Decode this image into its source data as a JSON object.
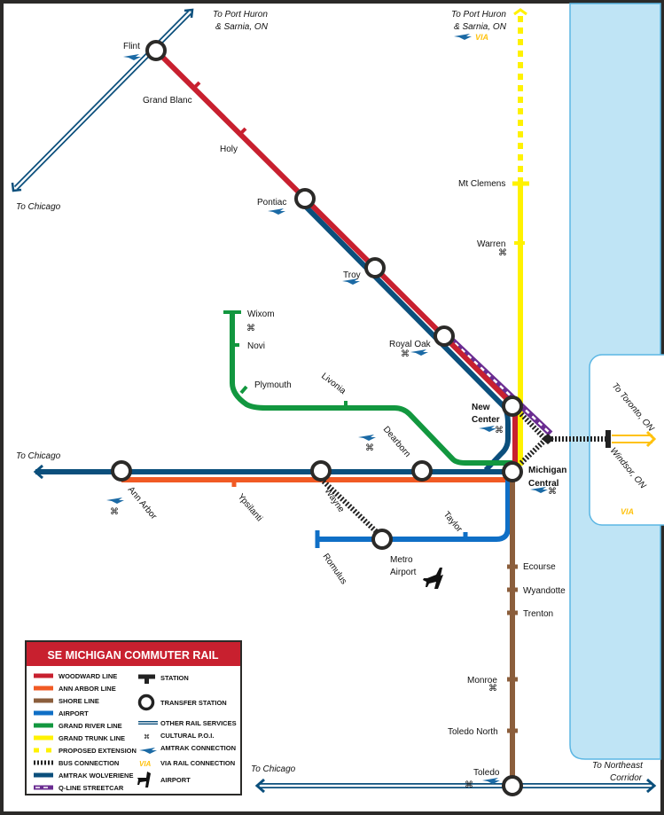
{
  "title": "SE MICHIGAN COMMUTER RAIL",
  "destinations": {
    "port_huron_w_1": "To Port Huron",
    "port_huron_w_2": "& Sarnia, ON",
    "port_huron_e_1": "To Port Huron",
    "port_huron_e_2": "& Sarnia, ON",
    "chicago_nw": "To Chicago",
    "chicago_w": "To Chicago",
    "chicago_s": "To Chicago",
    "northeast_1": "To Northeast",
    "northeast_2": "Corridor",
    "toronto": "To Toronto, ON",
    "windsor": "Windsor, ON"
  },
  "stations": {
    "flint": "Flint",
    "grand_blanc": "Grand Blanc",
    "holy": "Holy",
    "pontiac": "Pontiac",
    "troy": "Troy",
    "royal_oak": "Royal Oak",
    "new_center_1": "New",
    "new_center_2": "Center",
    "michigan_central_1": "Michigan",
    "michigan_central_2": "Central",
    "mt_clemens": "Mt Clemens",
    "warren": "Warren",
    "wixom": "Wixom",
    "novi": "Novi",
    "plymouth": "Plymouth",
    "livonia": "Livonia",
    "dearborn": "Dearborn",
    "ann_arbor": "Ann Arbor",
    "ypsilanti": "Ypsilanti",
    "wayne": "Wayne",
    "taylor": "Taylor",
    "romulus": "Romulus",
    "metro_airport_1": "Metro",
    "metro_airport_2": "Airport",
    "ecourse": "Ecourse",
    "wyandotte": "Wyandotte",
    "trenton": "Trenton",
    "monroe": "Monroe",
    "toledo_north": "Toledo North",
    "toledo": "Toledo"
  },
  "legend": {
    "lines": [
      {
        "label": "WOODWARD LINE",
        "color": "#c8202f"
      },
      {
        "label": "ANN ARBOR LINE",
        "color": "#f15a24"
      },
      {
        "label": "SHORE LINE",
        "color": "#8b5e3c"
      },
      {
        "label": "AIRPORT",
        "color": "#0f6fc6"
      },
      {
        "label": "GRAND RIVER LINE",
        "color": "#12973f"
      },
      {
        "label": "GRAND TRUNK LINE",
        "color": "#fff200"
      },
      {
        "label": "PROPOSED EXTENSION",
        "color": "#fff200"
      },
      {
        "label": "BUS CONNECTION",
        "color": "#222222"
      },
      {
        "label": "AMTRAK WOLVERIENE",
        "color": "#0b4f7c"
      },
      {
        "label": "Q-LINE STREETCAR",
        "color": "#6a2c91"
      }
    ],
    "symbols": [
      "STATION",
      "TRANSFER STATION",
      "OTHER RAIL SERVICES",
      "CULTURAL P.O.I.",
      "AMTRAK CONNECTION",
      "VIA RAIL CONNECTION",
      "AIRPORT"
    ]
  },
  "poi_glyph": "⌘",
  "via_label": "VIA"
}
